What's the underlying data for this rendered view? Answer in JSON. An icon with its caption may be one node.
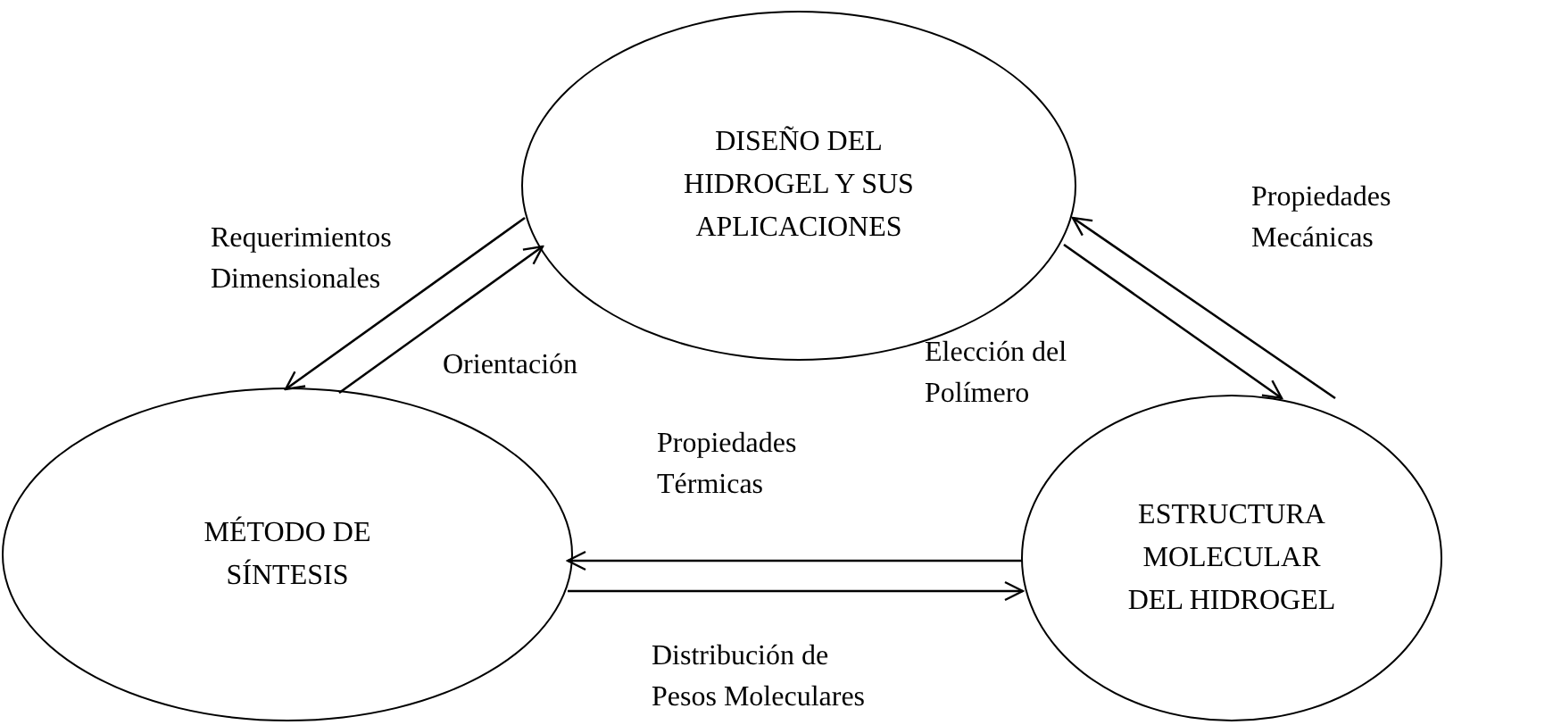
{
  "diagram": {
    "nodes": [
      {
        "text": [
          "DISEÑO DEL HIDROGEL Y SUS APLICACIONES"
        ]
      },
      {
        "text": [
          "MÉTODO DE SÍNTESIS"
        ]
      },
      {
        "text": [
          "ESTRUCTURA MOLECULAR DEL HIDROGEL"
        ]
      }
    ],
    "edges": [
      {
        "from": 0,
        "to": 1,
        "arrow": "to",
        "label": "Requerimientos Dimensionales"
      },
      {
        "from": 1,
        "to": 0,
        "arrow": "to",
        "label": "Orientación"
      },
      {
        "from": 0,
        "to": 2,
        "arrow": "to",
        "label": "Elección del Polímero"
      },
      {
        "from": 2,
        "to": 0,
        "arrow": "to",
        "label": "Propiedades Mecánicas"
      },
      {
        "from": 2,
        "to": 1,
        "arrow": "to",
        "label": "Propiedades Térmicas"
      },
      {
        "from": 1,
        "to": 2,
        "arrow": "to",
        "label": "Distribución de Pesos Moleculares"
      }
    ]
  }
}
